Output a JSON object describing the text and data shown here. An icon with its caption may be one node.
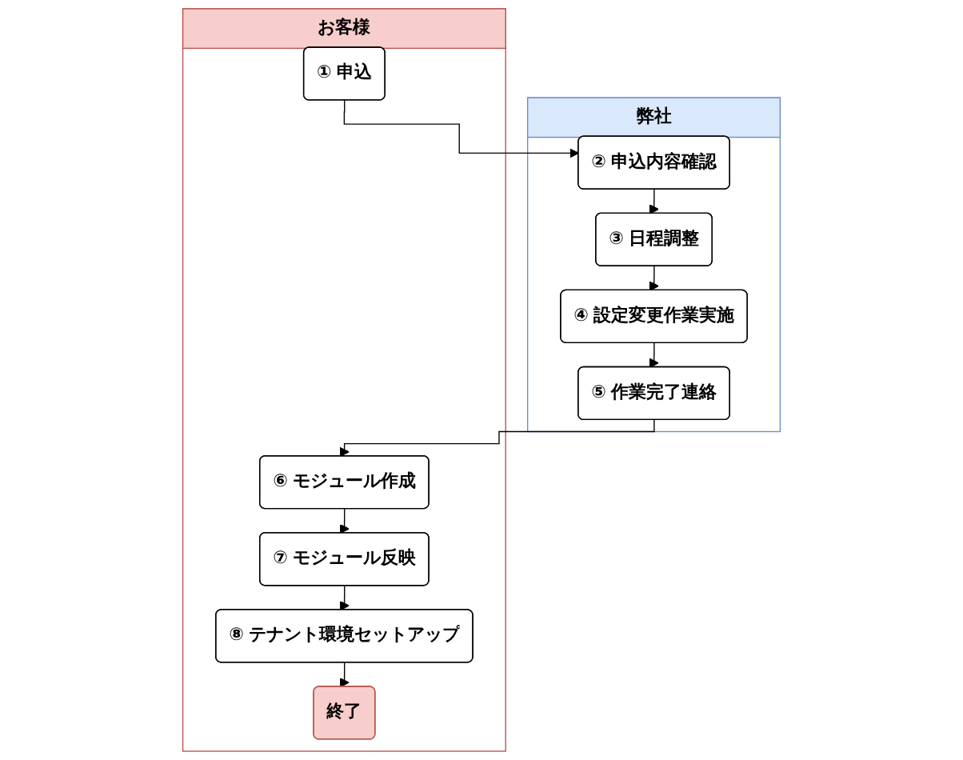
{
  "diagram": {
    "nodes": [
      {
        "text": [
          "お客様"
        ]
      },
      {
        "text": [
          "弊社"
        ]
      },
      {
        "text": [
          "① 申込"
        ],
        "in": 0
      },
      {
        "text": [
          "② 申込内容確認"
        ],
        "in": 1
      },
      {
        "text": [
          "③ 日程調整"
        ],
        "in": 1
      },
      {
        "text": [
          "④ 設定変更作業実施"
        ],
        "in": 1
      },
      {
        "text": [
          "⑤ 作業完了連絡"
        ],
        "in": 1
      },
      {
        "text": [
          "⑥ モジュール作成"
        ],
        "in": 0
      },
      {
        "text": [
          "⑦ モジュール反映"
        ],
        "in": 0
      },
      {
        "text": [
          "⑧ テナント環境セットアップ"
        ],
        "in": 0
      },
      {
        "text": [
          "終了"
        ],
        "in": 0
      }
    ],
    "edges": [
      {
        "from": 2,
        "to": 3,
        "arrow": "to"
      },
      {
        "from": 3,
        "to": 4,
        "arrow": "to"
      },
      {
        "from": 4,
        "to": 5,
        "arrow": "to"
      },
      {
        "from": 5,
        "to": 6,
        "arrow": "to"
      },
      {
        "from": 6,
        "to": 7,
        "arrow": "to"
      },
      {
        "from": 7,
        "to": 8,
        "arrow": "to"
      },
      {
        "from": 8,
        "to": 9,
        "arrow": "to"
      },
      {
        "from": 9,
        "to": 10,
        "arrow": "to"
      }
    ]
  }
}
